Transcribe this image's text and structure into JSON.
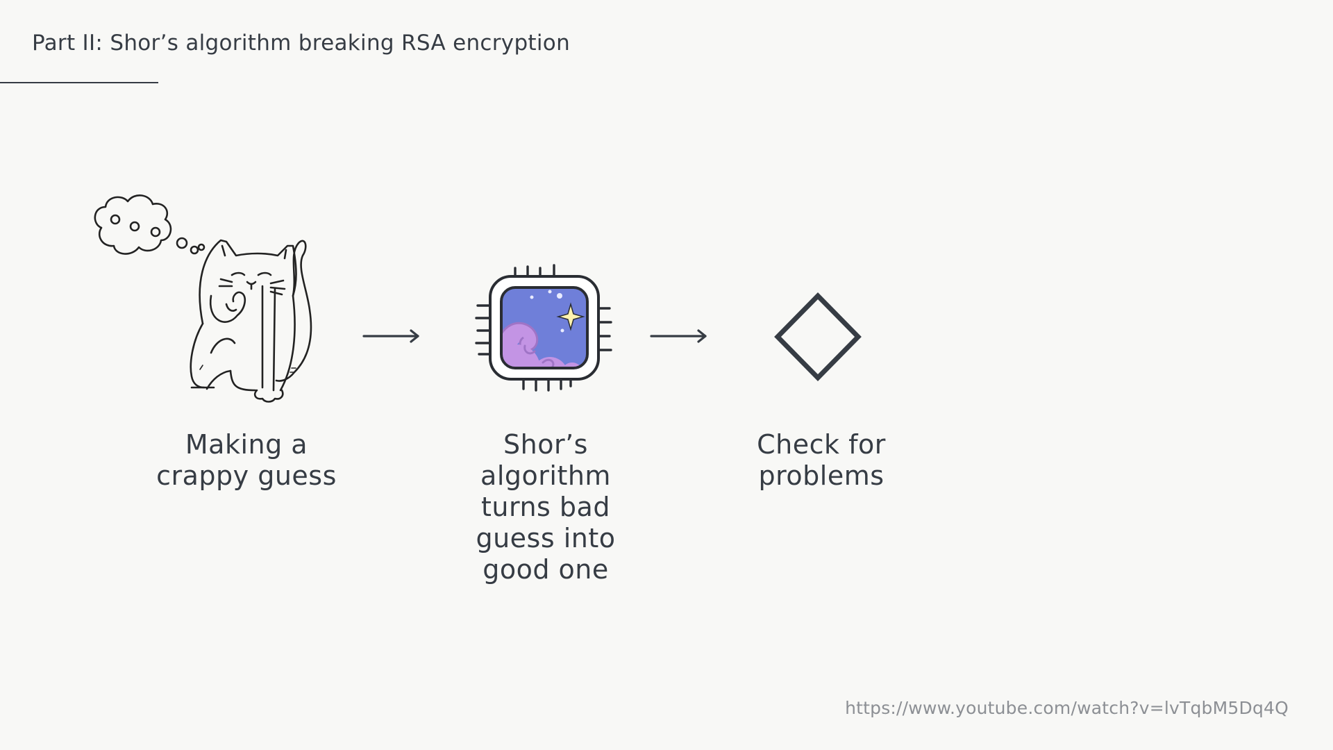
{
  "slide": {
    "title": "Part II: Shor’s algorithm breaking RSA encryption",
    "source_url": "https://www.youtube.com/watch?v=lvTqbM5Dq4Q"
  },
  "steps": [
    {
      "label": "Making a crappy guess",
      "icon": "thinking-cat-icon"
    },
    {
      "label": "Shor’s algorithm turns bad guess into good one",
      "icon": "quantum-chip-icon"
    },
    {
      "label": "Check for problems",
      "icon": "diamond-icon"
    }
  ],
  "colors": {
    "background": "#f8f8f6",
    "ink": "#363c44",
    "muted_text": "#8c8f94",
    "chip_screen": "#6f7fd9",
    "chip_swirl": "#c394e4",
    "chip_star": "#fff3b0"
  }
}
